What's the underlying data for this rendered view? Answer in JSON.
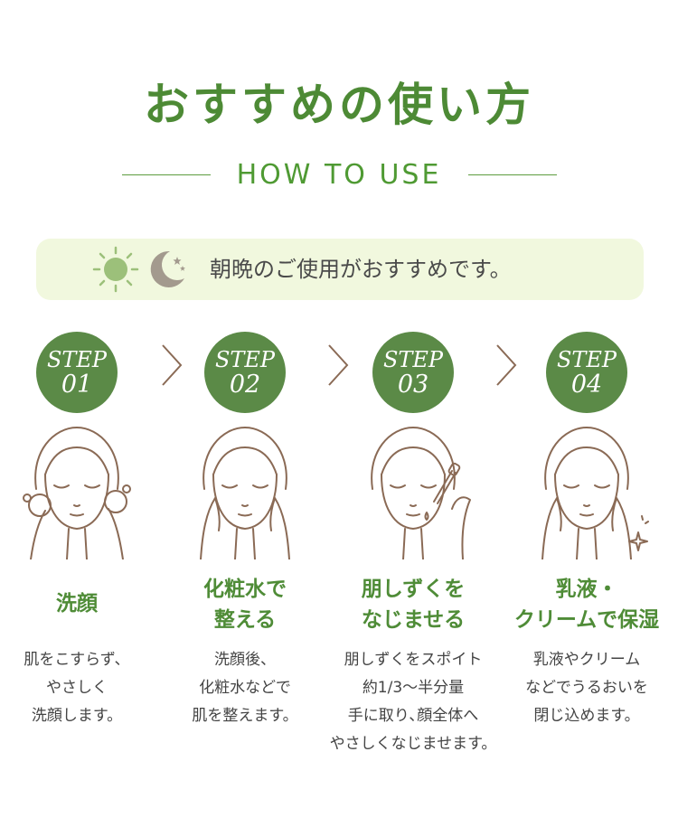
{
  "header": {
    "title": "おすすめの使い方",
    "subtitle": "HOW TO USE"
  },
  "banner": {
    "text": "朝晩のご使用がおすすめです。",
    "icons": [
      "sun-icon",
      "moon-icon"
    ]
  },
  "colors": {
    "accent": "#4d8a35",
    "badge": "#5b8a47",
    "banner_bg": "#f1f8de",
    "line_art": "#8a6a55"
  },
  "steps": [
    {
      "step_label": "STEP",
      "step_number": "01",
      "heading_lines": [
        "洗顔"
      ],
      "desc_lines": [
        "肌をこすらず、",
        "やさしく",
        "洗顔します。"
      ]
    },
    {
      "step_label": "STEP",
      "step_number": "02",
      "heading_lines": [
        "化粧水で",
        "整える"
      ],
      "desc_lines": [
        "洗顔後、",
        "化粧水などで",
        "肌を整えます。"
      ]
    },
    {
      "step_label": "STEP",
      "step_number": "03",
      "heading_lines": [
        "朋しずくを",
        "なじませる"
      ],
      "desc_lines": [
        "朋しずくをスポイト",
        "約1/3～半分量",
        "手に取り､顔全体へ",
        "やさしくなじませます。"
      ]
    },
    {
      "step_label": "STEP",
      "step_number": "04",
      "heading_lines": [
        "乳液・",
        "クリームで保湿"
      ],
      "desc_lines": [
        "乳液やクリーム",
        "などでうるおいを",
        "閉じ込めます。"
      ]
    }
  ]
}
